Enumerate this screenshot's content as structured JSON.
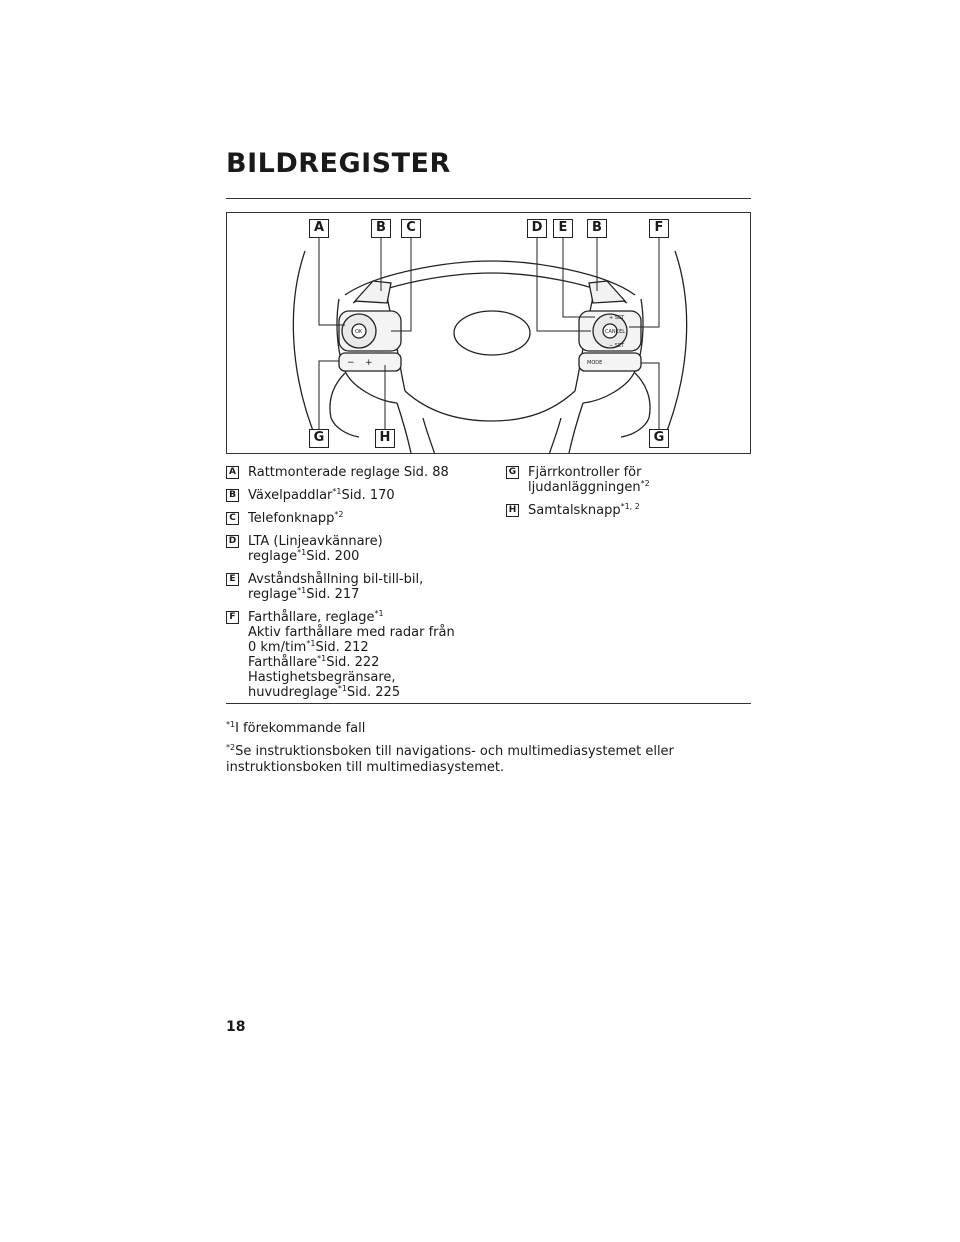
{
  "page": {
    "title": "BILDREGISTER",
    "page_number": "18"
  },
  "figure": {
    "callouts_top": [
      "A",
      "B",
      "C",
      "D",
      "E",
      "B",
      "F"
    ],
    "callouts_bottom": [
      "G",
      "H",
      "G"
    ],
    "button_labels": {
      "ok": "OK",
      "set_plus": "+ SET",
      "set_minus": "− SET",
      "cancel": "CANCEL",
      "mode": "MODE",
      "minus": "−",
      "plus": "+"
    }
  },
  "entries_left": [
    {
      "label": "A",
      "lines": [
        {
          "text": "Rattmonterade reglage Sid. 88",
          "sup": "",
          "after": ""
        }
      ]
    },
    {
      "label": "B",
      "lines": [
        {
          "text": "Växelpaddlar",
          "sup": "*1",
          "after": "Sid. 170"
        }
      ]
    },
    {
      "label": "C",
      "lines": [
        {
          "text": "Telefonknapp",
          "sup": "*2",
          "after": ""
        }
      ]
    },
    {
      "label": "D",
      "lines": [
        {
          "text": "LTA (Linjeavkännare)",
          "sup": "",
          "after": ""
        },
        {
          "text": "reglage",
          "sup": "*1",
          "after": "Sid. 200"
        }
      ]
    },
    {
      "label": "E",
      "lines": [
        {
          "text": "Avståndshållning bil-till-bil,",
          "sup": "",
          "after": ""
        },
        {
          "text": "reglage",
          "sup": "*1",
          "after": "Sid. 217"
        }
      ]
    },
    {
      "label": "F",
      "lines": [
        {
          "text": "Farthållare, reglage",
          "sup": "*1",
          "after": ""
        },
        {
          "text": "Aktiv farthållare med radar från",
          "sup": "",
          "after": ""
        },
        {
          "text": "0 km/tim",
          "sup": "*1",
          "after": "Sid. 212"
        },
        {
          "text": "Farthållare",
          "sup": "*1",
          "after": "Sid. 222"
        },
        {
          "text": "Hastighetsbegränsare,",
          "sup": "",
          "after": ""
        },
        {
          "text": "huvudreglage",
          "sup": "*1",
          "after": "Sid. 225"
        }
      ]
    }
  ],
  "entries_right": [
    {
      "label": "G",
      "lines": [
        {
          "text": "Fjärrkontroller för",
          "sup": "",
          "after": ""
        },
        {
          "text": "ljudanläggningen",
          "sup": "*2",
          "after": ""
        }
      ]
    },
    {
      "label": "H",
      "lines": [
        {
          "text": "Samtalsknapp",
          "sup": "*1, 2",
          "after": ""
        }
      ]
    }
  ],
  "footnotes": [
    {
      "sup": "*1",
      "text": "I förekommande fall"
    },
    {
      "sup": "*2",
      "text": "Se instruktionsboken till navigations- och multimediasystemet eller instruktionsboken till multimediasystemet."
    }
  ]
}
